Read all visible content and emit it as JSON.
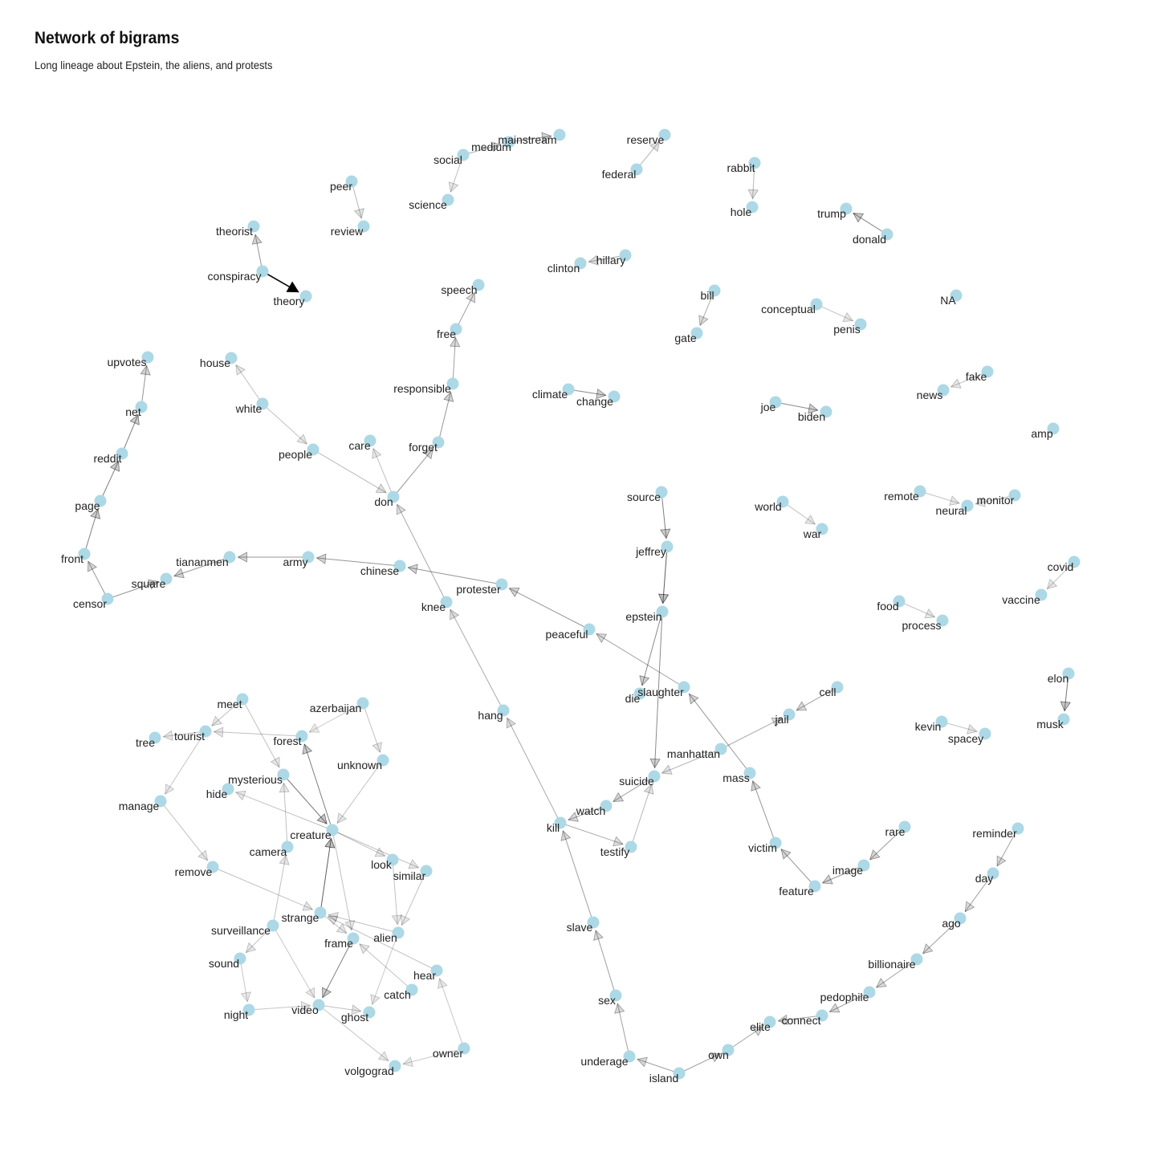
{
  "title": "Network of bigrams",
  "subtitle": "Long lineage about Epstein, the aliens, and protests",
  "style": {
    "node_color": "#add8e6",
    "edge_color": "#000000"
  },
  "nodes": [
    "mainstream",
    "medium",
    "social",
    "science",
    "reserve",
    "federal",
    "rabbit",
    "hole",
    "trump",
    "donald",
    "peer",
    "review",
    "theorist",
    "conspiracy",
    "theory",
    "clinton",
    "hillary",
    "speech",
    "free",
    "bill",
    "gate",
    "conceptual",
    "penis",
    "NA",
    "upvotes",
    "net",
    "house",
    "white",
    "responsible",
    "climate",
    "change",
    "fake",
    "news",
    "joe",
    "biden",
    "amp",
    "reddit",
    "care",
    "forget",
    "people",
    "page",
    "don",
    "source",
    "world",
    "war",
    "remote",
    "neural",
    "monitor",
    "front",
    "tiananmen",
    "army",
    "chinese",
    "jeffrey",
    "square",
    "censor",
    "protester",
    "covid",
    "vaccine",
    "knee",
    "epstein",
    "food",
    "process",
    "peaceful",
    "elon",
    "musk",
    "die",
    "slaughter",
    "cell",
    "meet",
    "azerbaijan",
    "tourist",
    "tree",
    "forest",
    "hang",
    "jail",
    "kevin",
    "spacey",
    "unknown",
    "manhattan",
    "mysterious",
    "hide",
    "suicide",
    "mass",
    "manage",
    "watch",
    "creature",
    "kill",
    "camera",
    "rare",
    "reminder",
    "look",
    "testify",
    "victim",
    "similar",
    "remove",
    "image",
    "day",
    "feature",
    "strange",
    "surveillance",
    "alien",
    "frame",
    "ago",
    "slave",
    "sound",
    "billionaire",
    "hear",
    "catch",
    "pedophile",
    "sex",
    "night",
    "video",
    "ghost",
    "connect",
    "elite",
    "own",
    "owner",
    "underage",
    "island",
    "volgograd"
  ],
  "edges": [
    {
      "from": "medium",
      "to": "mainstream",
      "weight": 0.35
    },
    {
      "from": "social",
      "to": "medium",
      "weight": 0.25
    },
    {
      "from": "social",
      "to": "science",
      "weight": 0.15
    },
    {
      "from": "federal",
      "to": "reserve",
      "weight": 0.2
    },
    {
      "from": "rabbit",
      "to": "hole",
      "weight": 0.2
    },
    {
      "from": "donald",
      "to": "trump",
      "weight": 0.45
    },
    {
      "from": "peer",
      "to": "review",
      "weight": 0.2
    },
    {
      "from": "conspiracy",
      "to": "theorist",
      "weight": 0.35
    },
    {
      "from": "conspiracy",
      "to": "theory",
      "weight": 1.0
    },
    {
      "from": "hillary",
      "to": "clinton",
      "weight": 0.25
    },
    {
      "from": "free",
      "to": "speech",
      "weight": 0.3
    },
    {
      "from": "bill",
      "to": "gate",
      "weight": 0.25
    },
    {
      "from": "conceptual",
      "to": "penis",
      "weight": 0.15
    },
    {
      "from": "net",
      "to": "upvotes",
      "weight": 0.35
    },
    {
      "from": "white",
      "to": "house",
      "weight": 0.15
    },
    {
      "from": "responsible",
      "to": "free",
      "weight": 0.3
    },
    {
      "from": "climate",
      "to": "change",
      "weight": 0.4
    },
    {
      "from": "fake",
      "to": "news",
      "weight": 0.15
    },
    {
      "from": "joe",
      "to": "biden",
      "weight": 0.4
    },
    {
      "from": "reddit",
      "to": "net",
      "weight": 0.45
    },
    {
      "from": "forget",
      "to": "responsible",
      "weight": 0.35
    },
    {
      "from": "white",
      "to": "people",
      "weight": 0.15
    },
    {
      "from": "page",
      "to": "reddit",
      "weight": 0.45
    },
    {
      "from": "don",
      "to": "care",
      "weight": 0.15
    },
    {
      "from": "don",
      "to": "forget",
      "weight": 0.35
    },
    {
      "from": "people",
      "to": "don",
      "weight": 0.2
    },
    {
      "from": "source",
      "to": "jeffrey",
      "weight": 0.45
    },
    {
      "from": "world",
      "to": "war",
      "weight": 0.15
    },
    {
      "from": "remote",
      "to": "neural",
      "weight": 0.15
    },
    {
      "from": "monitor",
      "to": "neural",
      "weight": 0.15
    },
    {
      "from": "front",
      "to": "page",
      "weight": 0.45
    },
    {
      "from": "army",
      "to": "tiananmen",
      "weight": 0.35
    },
    {
      "from": "chinese",
      "to": "army",
      "weight": 0.35
    },
    {
      "from": "jeffrey",
      "to": "epstein",
      "weight": 0.6
    },
    {
      "from": "square",
      "to": "tiananmen",
      "weight": 0.0
    },
    {
      "from": "tiananmen",
      "to": "square",
      "weight": 0.35
    },
    {
      "from": "square",
      "to": "censor",
      "weight": 0.0
    },
    {
      "from": "censor",
      "to": "square",
      "weight": 0.35
    },
    {
      "from": "censor",
      "to": "front",
      "weight": 0.35
    },
    {
      "from": "protester",
      "to": "chinese",
      "weight": 0.35
    },
    {
      "from": "covid",
      "to": "vaccine",
      "weight": 0.15
    },
    {
      "from": "knee",
      "to": "don",
      "weight": 0.25
    },
    {
      "from": "food",
      "to": "process",
      "weight": 0.15
    },
    {
      "from": "slaughter",
      "to": "peaceful",
      "weight": 0.3
    },
    {
      "from": "peaceful",
      "to": "protester",
      "weight": 0.35
    },
    {
      "from": "elon",
      "to": "musk",
      "weight": 0.5
    },
    {
      "from": "epstein",
      "to": "die",
      "weight": 0.4
    },
    {
      "from": "epstein",
      "to": "suicide",
      "weight": 0.4
    },
    {
      "from": "cell",
      "to": "jail",
      "weight": 0.3
    },
    {
      "from": "meet",
      "to": "mysterious",
      "weight": 0.15
    },
    {
      "from": "azerbaijan",
      "to": "forest",
      "weight": 0.1
    },
    {
      "from": "azerbaijan",
      "to": "unknown",
      "weight": 0.15
    },
    {
      "from": "forest",
      "to": "tourist",
      "weight": 0.15
    },
    {
      "from": "meet",
      "to": "tourist",
      "weight": 0.15
    },
    {
      "from": "tourist",
      "to": "tree",
      "weight": 0.15
    },
    {
      "from": "tourist",
      "to": "manage",
      "weight": 0.12
    },
    {
      "from": "hang",
      "to": "knee",
      "weight": 0.25
    },
    {
      "from": "kill",
      "to": "hang",
      "weight": 0.25
    },
    {
      "from": "kevin",
      "to": "spacey",
      "weight": 0.15
    },
    {
      "from": "unknown",
      "to": "creature",
      "weight": 0.15
    },
    {
      "from": "manhattan",
      "to": "jail",
      "weight": 0.25
    },
    {
      "from": "mysterious",
      "to": "creature",
      "weight": 0.5
    },
    {
      "from": "creature",
      "to": "hide",
      "weight": 0.15
    },
    {
      "from": "creature",
      "to": "forest",
      "weight": 0.45
    },
    {
      "from": "suicide",
      "to": "watch",
      "weight": 0.35
    },
    {
      "from": "manhattan",
      "to": "suicide",
      "weight": 0.2
    },
    {
      "from": "mass",
      "to": "slaughter",
      "weight": 0.35
    },
    {
      "from": "manage",
      "to": "remove",
      "weight": 0.15
    },
    {
      "from": "creature",
      "to": "look",
      "weight": 0.15
    },
    {
      "from": "creature",
      "to": "similar",
      "weight": 0.15
    },
    {
      "from": "kill",
      "to": "testify",
      "weight": 0.25
    },
    {
      "from": "testify",
      "to": "suicide",
      "weight": 0.2
    },
    {
      "from": "watch",
      "to": "kill",
      "weight": 0.3
    },
    {
      "from": "camera",
      "to": "mysterious",
      "weight": 0.15
    },
    {
      "from": "rare",
      "to": "image",
      "weight": 0.35
    },
    {
      "from": "reminder",
      "to": "day",
      "weight": 0.3
    },
    {
      "from": "victim",
      "to": "mass",
      "weight": 0.35
    },
    {
      "from": "feature",
      "to": "victim",
      "weight": 0.35
    },
    {
      "from": "image",
      "to": "feature",
      "weight": 0.35
    },
    {
      "from": "day",
      "to": "ago",
      "weight": 0.3
    },
    {
      "from": "strange",
      "to": "creature",
      "weight": 0.6
    },
    {
      "from": "remove",
      "to": "strange",
      "weight": 0.15
    },
    {
      "from": "alien",
      "to": "strange",
      "weight": 0.15
    },
    {
      "from": "surveillance",
      "to": "camera",
      "weight": 0.15
    },
    {
      "from": "look",
      "to": "alien",
      "weight": 0.15
    },
    {
      "from": "similar",
      "to": "alien",
      "weight": 0.15
    },
    {
      "from": "creature",
      "to": "frame",
      "weight": 0.15
    },
    {
      "from": "strange",
      "to": "frame",
      "weight": 0.15
    },
    {
      "from": "surveillance",
      "to": "sound",
      "weight": 0.15
    },
    {
      "from": "ago",
      "to": "billionaire",
      "weight": 0.3
    },
    {
      "from": "slave",
      "to": "kill",
      "weight": 0.3
    },
    {
      "from": "owner",
      "to": "hear",
      "weight": 0.12
    },
    {
      "from": "hear",
      "to": "strange",
      "weight": 0.15
    },
    {
      "from": "catch",
      "to": "frame",
      "weight": 0.15
    },
    {
      "from": "billionaire",
      "to": "pedophile",
      "weight": 0.3
    },
    {
      "from": "sex",
      "to": "slave",
      "weight": 0.3
    },
    {
      "from": "sound",
      "to": "night",
      "weight": 0.12
    },
    {
      "from": "frame",
      "to": "video",
      "weight": 0.45
    },
    {
      "from": "surveillance",
      "to": "video",
      "weight": 0.12
    },
    {
      "from": "video",
      "to": "ghost",
      "weight": 0.15
    },
    {
      "from": "alien",
      "to": "ghost",
      "weight": 0.12
    },
    {
      "from": "pedophile",
      "to": "connect",
      "weight": 0.3
    },
    {
      "from": "connect",
      "to": "elite",
      "weight": 0.3
    },
    {
      "from": "own",
      "to": "elite",
      "weight": 0.3
    },
    {
      "from": "island",
      "to": "own",
      "weight": 0.3
    },
    {
      "from": "island",
      "to": "underage",
      "weight": 0.3
    },
    {
      "from": "underage",
      "to": "sex",
      "weight": 0.3
    },
    {
      "from": "video",
      "to": "volgograd",
      "weight": 0.12
    },
    {
      "from": "owner",
      "to": "volgograd",
      "weight": 0.12
    },
    {
      "from": "night",
      "to": "video",
      "weight": 0.12
    }
  ]
}
